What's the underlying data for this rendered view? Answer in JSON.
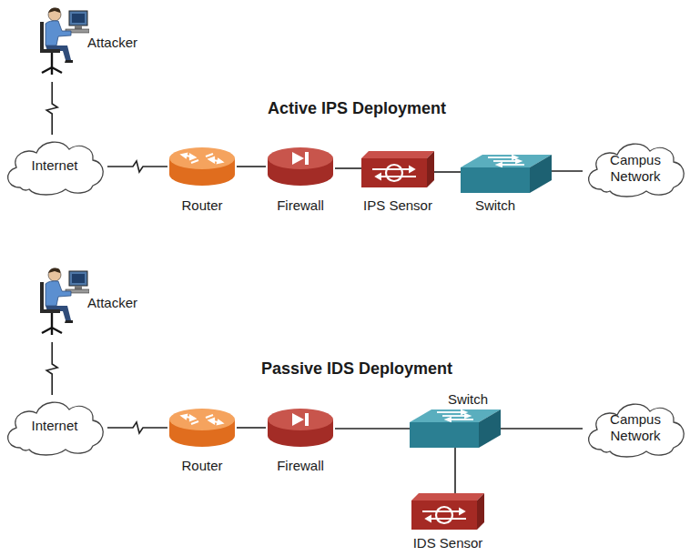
{
  "diagram": {
    "nodes": [
      {
        "text": [
          "Attacker"
        ]
      },
      {
        "text": [
          "Internet"
        ]
      },
      {
        "text": [
          "Router"
        ]
      },
      {
        "text": [
          "Firewall"
        ]
      },
      {
        "text": [
          "IPS Sensor"
        ]
      },
      {
        "text": [
          "Switch"
        ]
      },
      {
        "text": [
          "Campus Network"
        ]
      },
      {
        "text": [
          "Attacker"
        ]
      },
      {
        "text": [
          "Internet"
        ]
      },
      {
        "text": [
          "Router"
        ]
      },
      {
        "text": [
          "Firewall"
        ]
      },
      {
        "text": [
          "Switch"
        ]
      },
      {
        "text": [
          "Campus Network"
        ]
      },
      {
        "text": [
          "IDS Sensor"
        ]
      }
    ],
    "edges": [
      {
        "from": 0,
        "to": 1,
        "arrow": "none"
      },
      {
        "from": 1,
        "to": 2,
        "arrow": "none"
      },
      {
        "from": 2,
        "to": 3,
        "arrow": "none"
      },
      {
        "from": 3,
        "to": 4,
        "arrow": "none"
      },
      {
        "from": 4,
        "to": 5,
        "arrow": "none"
      },
      {
        "from": 5,
        "to": 6,
        "arrow": "none"
      },
      {
        "from": 7,
        "to": 8,
        "arrow": "none"
      },
      {
        "from": 8,
        "to": 9,
        "arrow": "none"
      },
      {
        "from": 9,
        "to": 10,
        "arrow": "none"
      },
      {
        "from": 10,
        "to": 11,
        "arrow": "none"
      },
      {
        "from": 11,
        "to": 12,
        "arrow": "none"
      },
      {
        "from": 11,
        "to": 13,
        "arrow": "none"
      }
    ],
    "labels": [
      "Active IPS Deployment",
      "Passive IDS Deployment"
    ]
  }
}
